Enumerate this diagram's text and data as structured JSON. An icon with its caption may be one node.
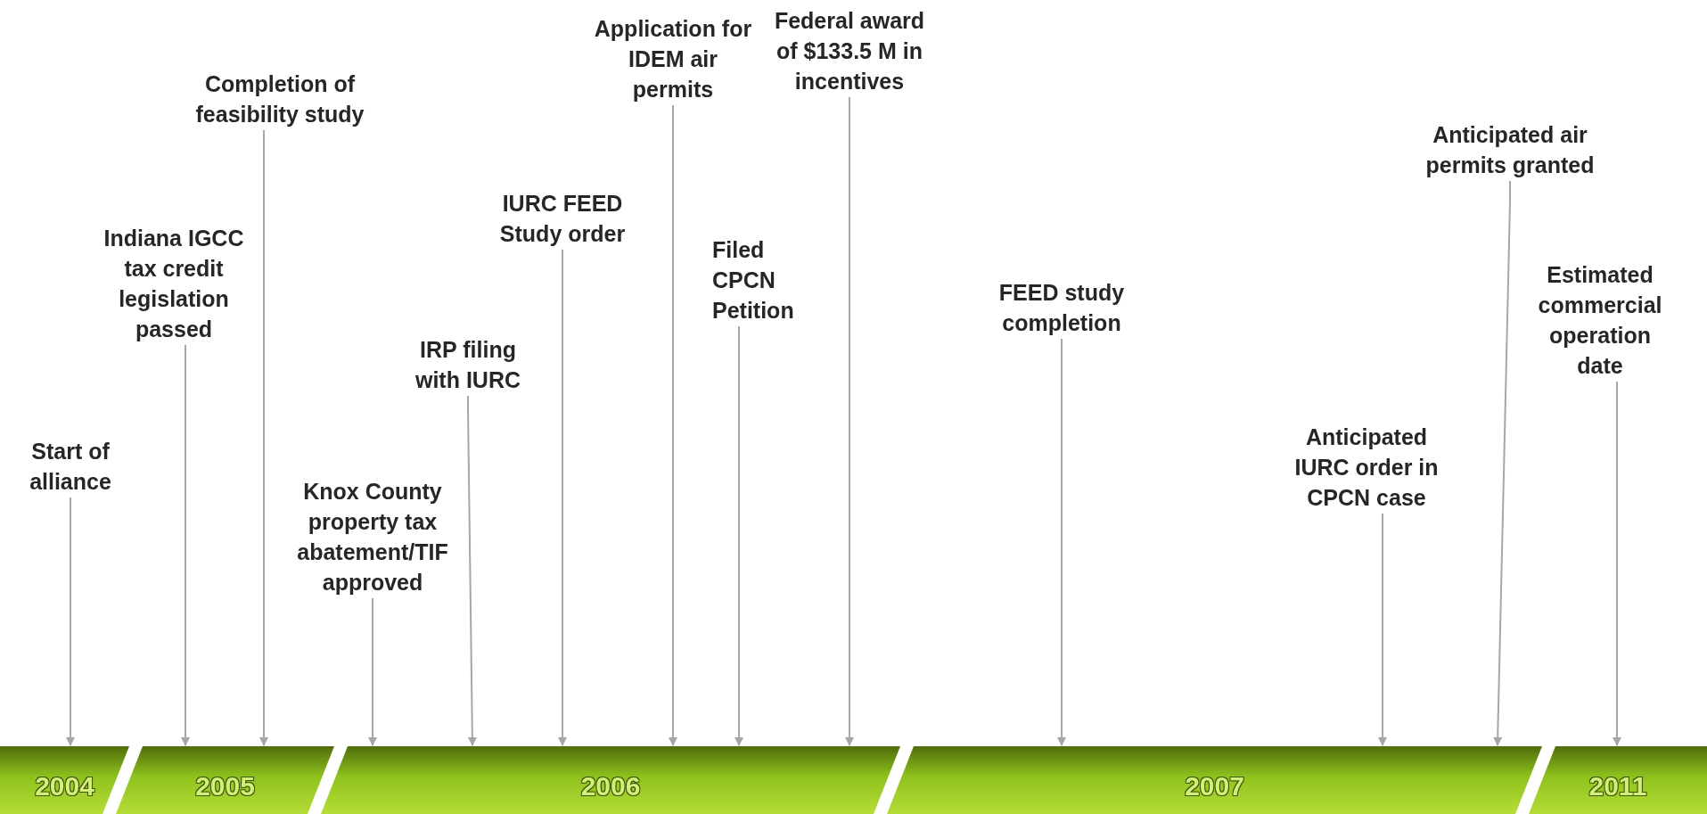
{
  "diagram": {
    "nodes": [
      {
        "text": [
          "Start of alliance"
        ]
      },
      {
        "text": [
          "Indiana IGCC tax credit legislation passed"
        ]
      },
      {
        "text": [
          "Completion of feasibility study"
        ]
      },
      {
        "text": [
          "Knox County property tax abatement/TIF approved"
        ]
      },
      {
        "text": [
          "IRP filing with IURC"
        ]
      },
      {
        "text": [
          "IURC FEED Study order"
        ]
      },
      {
        "text": [
          "Application for IDEM air permits"
        ]
      },
      {
        "text": [
          "Filed CPCN Petition"
        ]
      },
      {
        "text": [
          "Federal award of $133.5 M in incentives"
        ]
      },
      {
        "text": [
          "FEED study completion"
        ]
      },
      {
        "text": [
          "Anticipated IURC order in CPCN case"
        ]
      },
      {
        "text": [
          "Anticipated  air permits granted"
        ]
      },
      {
        "text": [
          "Estimated commercial operation date"
        ]
      },
      {
        "text": [
          "2004"
        ]
      },
      {
        "text": [
          "2005"
        ]
      },
      {
        "text": [
          "2006"
        ]
      },
      {
        "text": [
          "2007"
        ]
      },
      {
        "text": [
          "2011"
        ]
      }
    ],
    "edges": [
      {
        "from": 0,
        "to": 13,
        "arrow": "to"
      },
      {
        "from": 1,
        "to": 14,
        "arrow": "to"
      },
      {
        "from": 2,
        "to": 14,
        "arrow": "to"
      },
      {
        "from": 3,
        "to": 15,
        "arrow": "to"
      },
      {
        "from": 4,
        "to": 15,
        "arrow": "to"
      },
      {
        "from": 5,
        "to": 15,
        "arrow": "to"
      },
      {
        "from": 6,
        "to": 15,
        "arrow": "to"
      },
      {
        "from": 7,
        "to": 15,
        "arrow": "to"
      },
      {
        "from": 8,
        "to": 15,
        "arrow": "to"
      },
      {
        "from": 9,
        "to": 16,
        "arrow": "to"
      },
      {
        "from": 10,
        "to": 16,
        "arrow": "to"
      },
      {
        "from": 11,
        "to": 16,
        "arrow": "to"
      },
      {
        "from": 12,
        "to": 17,
        "arrow": "to"
      }
    ]
  }
}
